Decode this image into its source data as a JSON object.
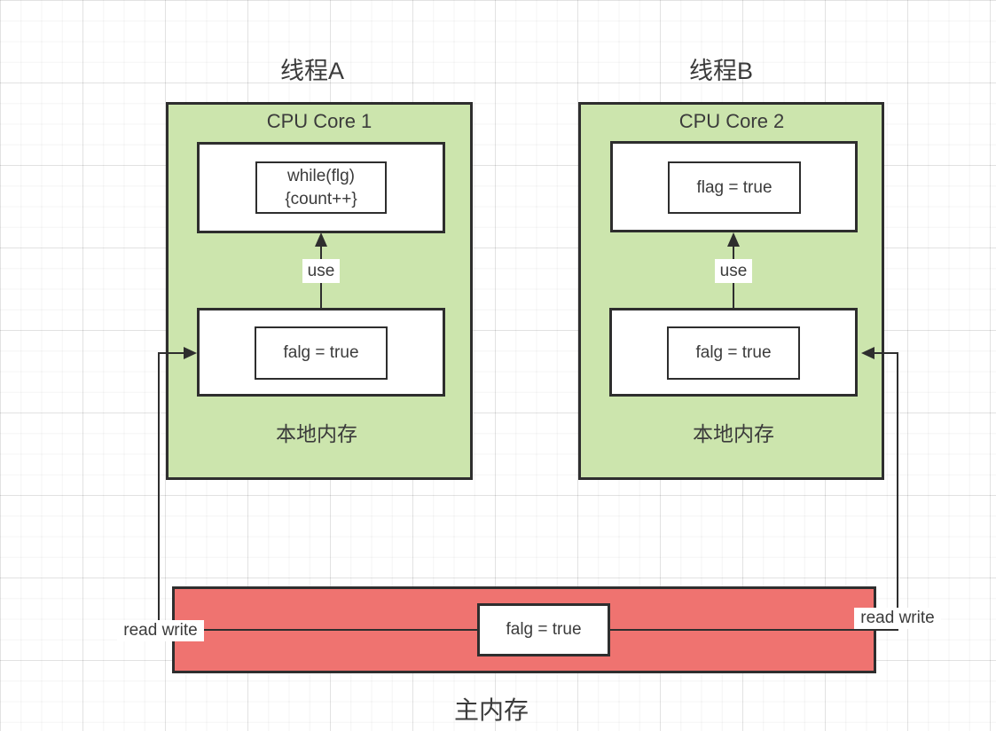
{
  "colors": {
    "green_fill": "#cce5ad",
    "red_fill": "#ef7370",
    "stroke": "#2e2e2e",
    "text": "#3b3b3b"
  },
  "thread_a": {
    "title": "线程A",
    "core_label": "CPU Core 1",
    "code_line1": "while(flg)",
    "code_line2": "{count++}",
    "use_label": "use",
    "local_var": "falg = true",
    "memory_label": "本地内存",
    "read_write_label": "read write"
  },
  "thread_b": {
    "title": "线程B",
    "core_label": "CPU Core 2",
    "register_value": "flag = true",
    "use_label": "use",
    "local_var": "falg = true",
    "memory_label": "本地内存",
    "read_write_label": "read write"
  },
  "main_memory": {
    "label": "主内存",
    "shared_var": "falg = true"
  }
}
